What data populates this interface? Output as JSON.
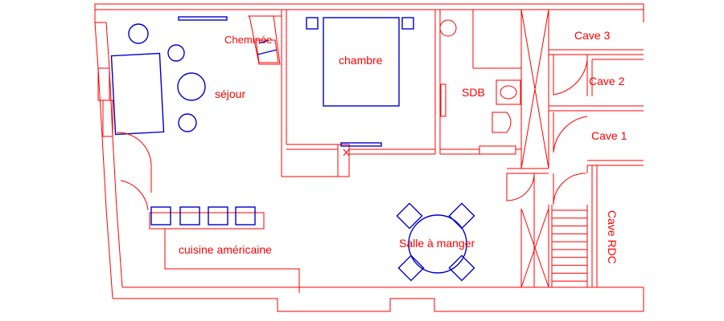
{
  "rooms": {
    "cheminee": "Cheminée",
    "sejour": "séjour",
    "chambre": "chambre",
    "sdb": "SDB",
    "cave3": "Cave 3",
    "cave2": "Cave 2",
    "cave1": "Cave 1",
    "cave_rdc": "Cave RDC",
    "cuisine": "cuisine américaine",
    "salle_a_manger": "Salle à manger"
  },
  "colors": {
    "walls": "#ff0000",
    "furniture": "#0000cc",
    "labels": "#ff0000"
  }
}
